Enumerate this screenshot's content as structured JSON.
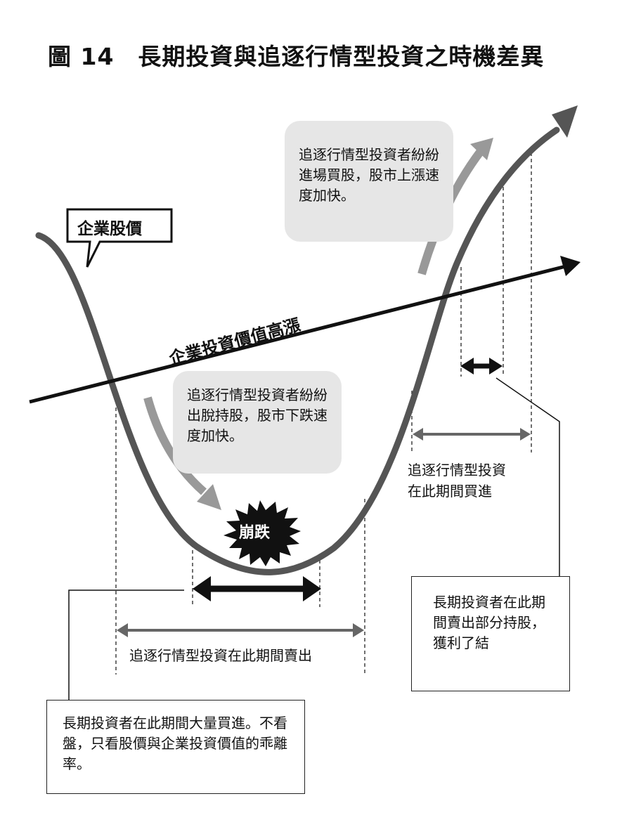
{
  "figure": {
    "number": "圖 14",
    "title": "長期投資與追逐行情型投資之時機差異"
  },
  "labels": {
    "stock_price": "企業股價",
    "value_rise": "企業投資價值高漲",
    "crash": "崩跌"
  },
  "callouts": {
    "chasers_buy": "追逐行情型投資者紛紛進場買股，股市上漲速度加快。",
    "chasers_sell": "追逐行情型投資者紛紛出脫持股，股市下跌速度加快。"
  },
  "period_labels": {
    "chasers_buy": [
      "追逐行情型投資",
      "在此期間買進"
    ],
    "chasers_sell": "追逐行情型投資在此期間賣出"
  },
  "boxes": {
    "long_term_buy": "長期投資者在此期間大量買進。不看盤，只看股價與企業投資價值的乖離率。",
    "long_term_sell": "長期投資者在此期間賣出部分持股，獲利了結"
  },
  "colors": {
    "stock_curve": "#555555",
    "value_line": "#111111",
    "trend_arrow": "#999999",
    "callout_bg": "#e6e6e6",
    "heavy_arrow": "#111111"
  }
}
